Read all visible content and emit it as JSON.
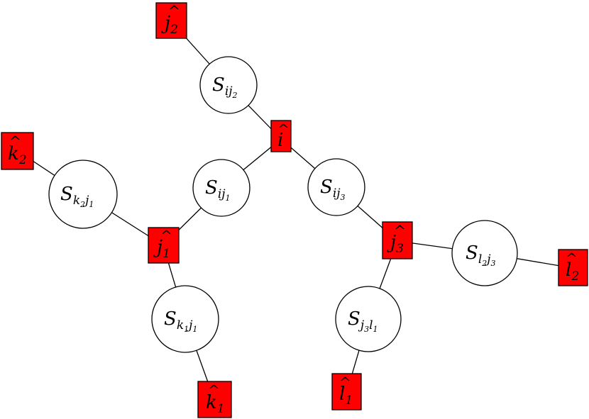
{
  "colors": {
    "factor_fill": "#ff0000",
    "variable_fill": "#ffffff",
    "stroke": "#000000"
  },
  "nodes": {
    "j2": {
      "base": "j",
      "sub": "2",
      "hat": "^"
    },
    "i": {
      "base": "i",
      "sub": "",
      "hat": "^"
    },
    "k2": {
      "base": "k",
      "sub": "2",
      "hat": "^"
    },
    "j1": {
      "base": "j",
      "sub": "1",
      "hat": "^"
    },
    "j3": {
      "base": "j",
      "sub": "3",
      "hat": "^"
    },
    "l2": {
      "base": "l",
      "sub": "2",
      "hat": "^"
    },
    "k1": {
      "base": "k",
      "sub": "1",
      "hat": "^"
    },
    "l1": {
      "base": "l",
      "sub": "1",
      "hat": "^"
    },
    "S_ij2": {
      "base": "S",
      "sub1": "i",
      "sub2": "j",
      "sub2sub": "2"
    },
    "S_ij1": {
      "base": "S",
      "sub1": "i",
      "sub2": "j",
      "sub2sub": "1"
    },
    "S_ij3": {
      "base": "S",
      "sub1": "i",
      "sub2": "j",
      "sub2sub": "3"
    },
    "S_k2j1": {
      "base": "S",
      "sub1": "k",
      "sub1sub": "2",
      "sub2": "j",
      "sub2sub": "1"
    },
    "S_k1j1": {
      "base": "S",
      "sub1": "k",
      "sub1sub": "1",
      "sub2": "j",
      "sub2sub": "1"
    },
    "S_l2j3": {
      "base": "S",
      "sub1": "l",
      "sub1sub": "2",
      "sub2": "j",
      "sub2sub": "3"
    },
    "S_j3l1": {
      "base": "S",
      "sub1": "j",
      "sub1sub": "3",
      "sub2": "l",
      "sub2sub": "1"
    }
  }
}
